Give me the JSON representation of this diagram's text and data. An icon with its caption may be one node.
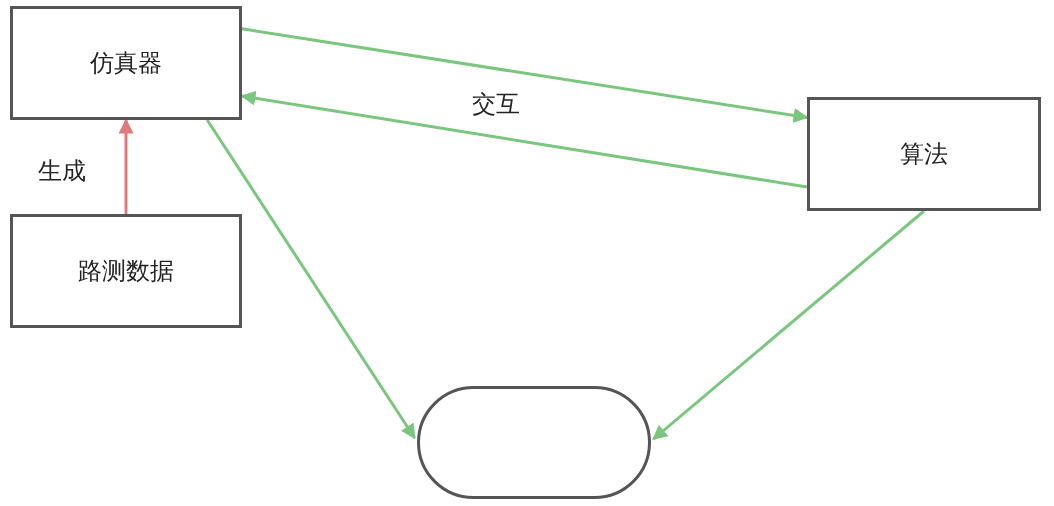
{
  "diagram": {
    "nodes": [
      {
        "text": [
          "仿真器"
        ]
      },
      {
        "text": [
          "路测数据"
        ]
      },
      {
        "text": [
          "算法"
        ]
      },
      {
        "text": [],
        "shape": "pill"
      }
    ],
    "edges": [
      {
        "from": 0,
        "to": 2,
        "arrow": "to"
      },
      {
        "from": 2,
        "to": 0,
        "arrow": "to",
        "label": "交互"
      },
      {
        "from": 1,
        "to": 0,
        "arrow": "to",
        "label": "生成",
        "color": "#e07a7a"
      },
      {
        "from": 0,
        "to": 3,
        "arrow": "to"
      },
      {
        "from": 2,
        "to": 3,
        "arrow": "to"
      }
    ]
  }
}
